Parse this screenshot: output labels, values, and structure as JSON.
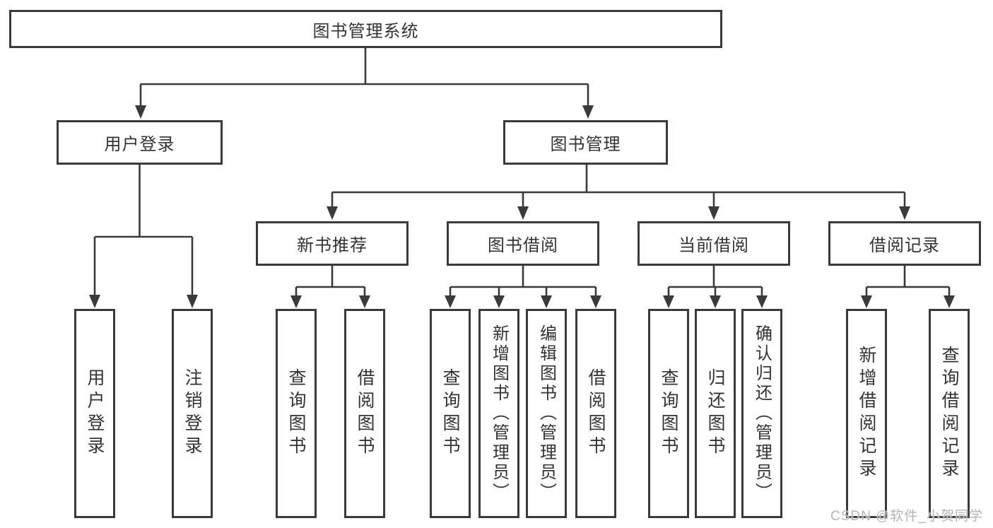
{
  "title": "图书管理系统",
  "branches": {
    "user": {
      "label": "用户登录",
      "children": [
        "用户登录",
        "注销登录"
      ]
    },
    "book": {
      "label": "图书管理",
      "groups": [
        {
          "label": "新书推荐",
          "children": [
            "查询图书",
            "借阅图书"
          ]
        },
        {
          "label": "图书借阅",
          "children": [
            "查询图书",
            "新增图书（管理员）",
            "编辑图书（管理员）",
            "借阅图书"
          ]
        },
        {
          "label": "当前借阅",
          "children": [
            "查询图书",
            "归还图书",
            "确认归还（管理员）"
          ]
        },
        {
          "label": "借阅记录",
          "children": [
            "新增借阅记录",
            "查询借阅记录"
          ]
        }
      ]
    }
  },
  "watermark": "CSDN @软件_小贺同学",
  "colors": {
    "line": "#3a3a3a",
    "text": "#333333",
    "watermark": "#b5b5b5",
    "background": "#ffffff"
  }
}
